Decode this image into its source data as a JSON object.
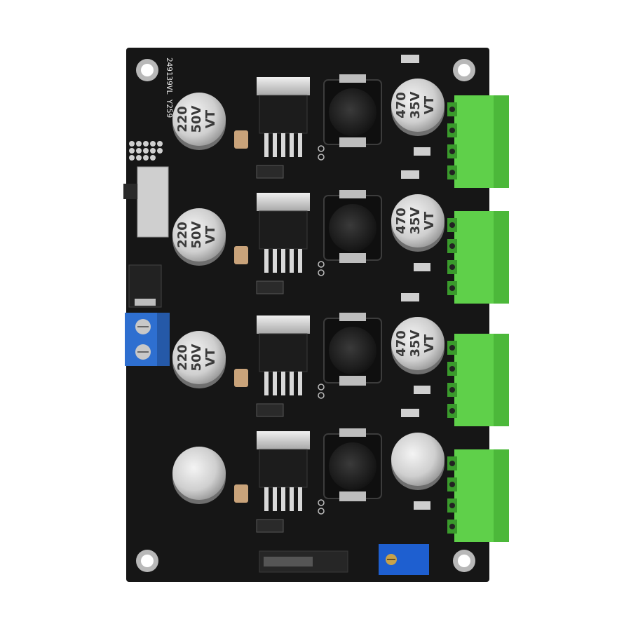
{
  "board": {
    "silkscreen_code": "249139VL Y259",
    "colors": {
      "pcb": "#161616",
      "terminal": "#5fd04a",
      "terminal_dark": "#3a9a2c",
      "input_terminal": "#2e6fd0",
      "trimmer": "#1e5fd0",
      "cap_metal": "#d8d8d8"
    }
  },
  "input_caps": [
    {
      "value": "220",
      "voltage": "50V",
      "series": "VT"
    },
    {
      "value": "220",
      "voltage": "50V",
      "series": "VT"
    },
    {
      "value": "220",
      "voltage": "50V",
      "series": "VT"
    },
    {
      "value": "",
      "voltage": "",
      "series": ""
    }
  ],
  "output_caps": [
    {
      "value": "470",
      "voltage": "35V",
      "series": "VT"
    },
    {
      "value": "470",
      "voltage": "35V",
      "series": "VT"
    },
    {
      "value": "470",
      "voltage": "35V",
      "series": "VT"
    },
    {
      "value": "",
      "voltage": "",
      "series": ""
    }
  ]
}
